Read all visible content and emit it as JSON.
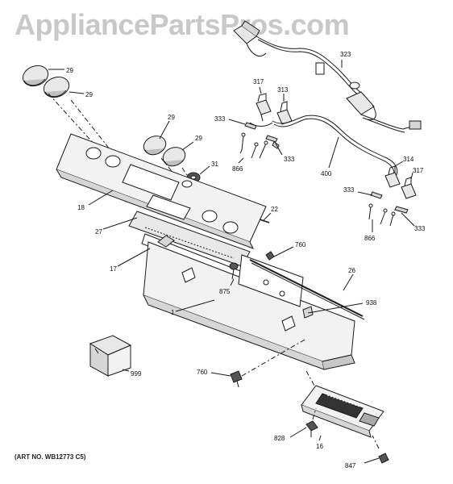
{
  "watermark": "AppliancePartsPros.com",
  "art_number": "(ART NO. WB12773 C5)",
  "callouts": {
    "knob_a": "29",
    "knob_b": "29",
    "knob_c": "29",
    "knob_d": "29",
    "switch_313": "313",
    "switch_317_top": "317",
    "harness_323": "323",
    "term_333_a": "333",
    "term_333_b": "333",
    "term_333_c": "333",
    "term_333_d": "333",
    "screw_866_a": "866",
    "screw_866_b": "866",
    "harness_400": "400",
    "switch_314": "314",
    "switch_317_bottom": "317",
    "panel_18": "18",
    "ring_31": "31",
    "lens_22": "22",
    "overlay_27": "27",
    "bracket_17": "17",
    "screw_760_a": "760",
    "rod_26": "26",
    "clip_875": "875",
    "clip_938": "938",
    "housing_1": "1",
    "kit_999": "999",
    "screw_760_b": "760",
    "board_16": "16",
    "nut_828": "828",
    "screw_847": "847"
  },
  "colors": {
    "line": "#1a1a1a",
    "fill": "#f2f2f2",
    "shade": "#d6d6d6",
    "watermark": "#c8c8c8"
  }
}
